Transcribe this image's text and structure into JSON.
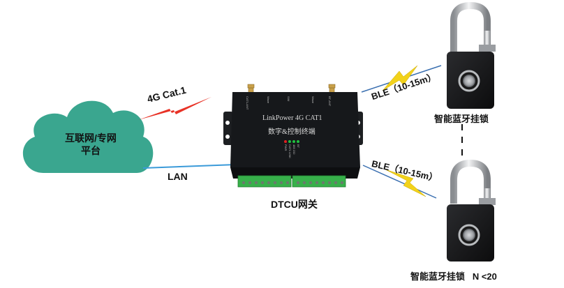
{
  "cloud": {
    "line1": "互联网/专网",
    "line2": "平台",
    "color": "#3aa68f"
  },
  "links": {
    "cat1": "4G Cat.1",
    "lan": "LAN",
    "ble_top": "BLE（10-15m）",
    "ble_bottom": "BLE（10-15m）"
  },
  "gateway": {
    "caption": "DTCU网关",
    "brand": "LinkPower 4G CAT1",
    "subtitle": "数字&控制终端",
    "antenna_labels": [
      "CAT1-ANT",
      "Wave",
      "SIM",
      "Wave",
      "BT-ANT"
    ],
    "led_labels": [
      "PWR",
      "CAT1 LINK",
      "485 232",
      "BT"
    ],
    "colors": {
      "body": "#16181b",
      "terminal": "#37b04a",
      "lan_cable": "#3a9ad9"
    }
  },
  "locks": {
    "top_caption": "智能蓝牙挂锁",
    "bottom_caption": "智能蓝牙挂锁   N <20"
  },
  "colors": {
    "bolt": "#e83226",
    "bolt_ble": "#f2d21b"
  }
}
